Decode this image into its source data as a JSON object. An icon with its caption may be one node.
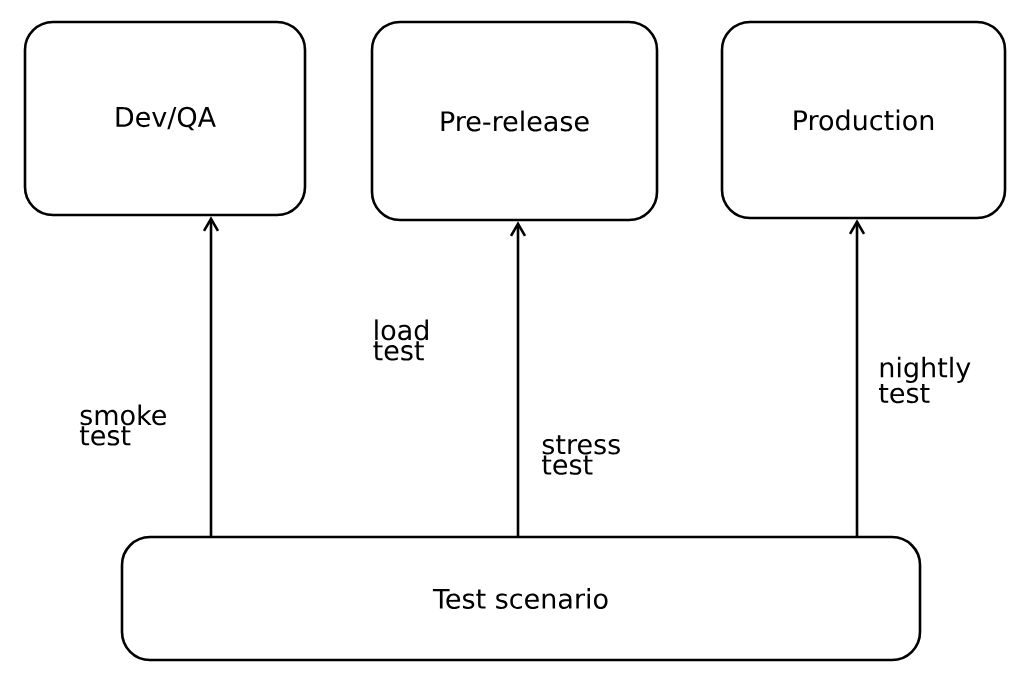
{
  "diagram": {
    "nodes": [
      {
        "text": [
          "Dev/QA"
        ]
      },
      {
        "text": [
          "Pre-release"
        ]
      },
      {
        "text": [
          "Production"
        ]
      },
      {
        "text": [
          "Test scenario"
        ]
      }
    ],
    "edges": [
      {
        "from": 3,
        "to": 0,
        "arrow": "to",
        "label": "smoke test"
      },
      {
        "from": 3,
        "to": 1,
        "arrow": "to",
        "label": "stress test"
      },
      {
        "from": 3,
        "to": 2,
        "arrow": "to",
        "label": "nightly test"
      }
    ],
    "labels": [
      "load test"
    ]
  }
}
